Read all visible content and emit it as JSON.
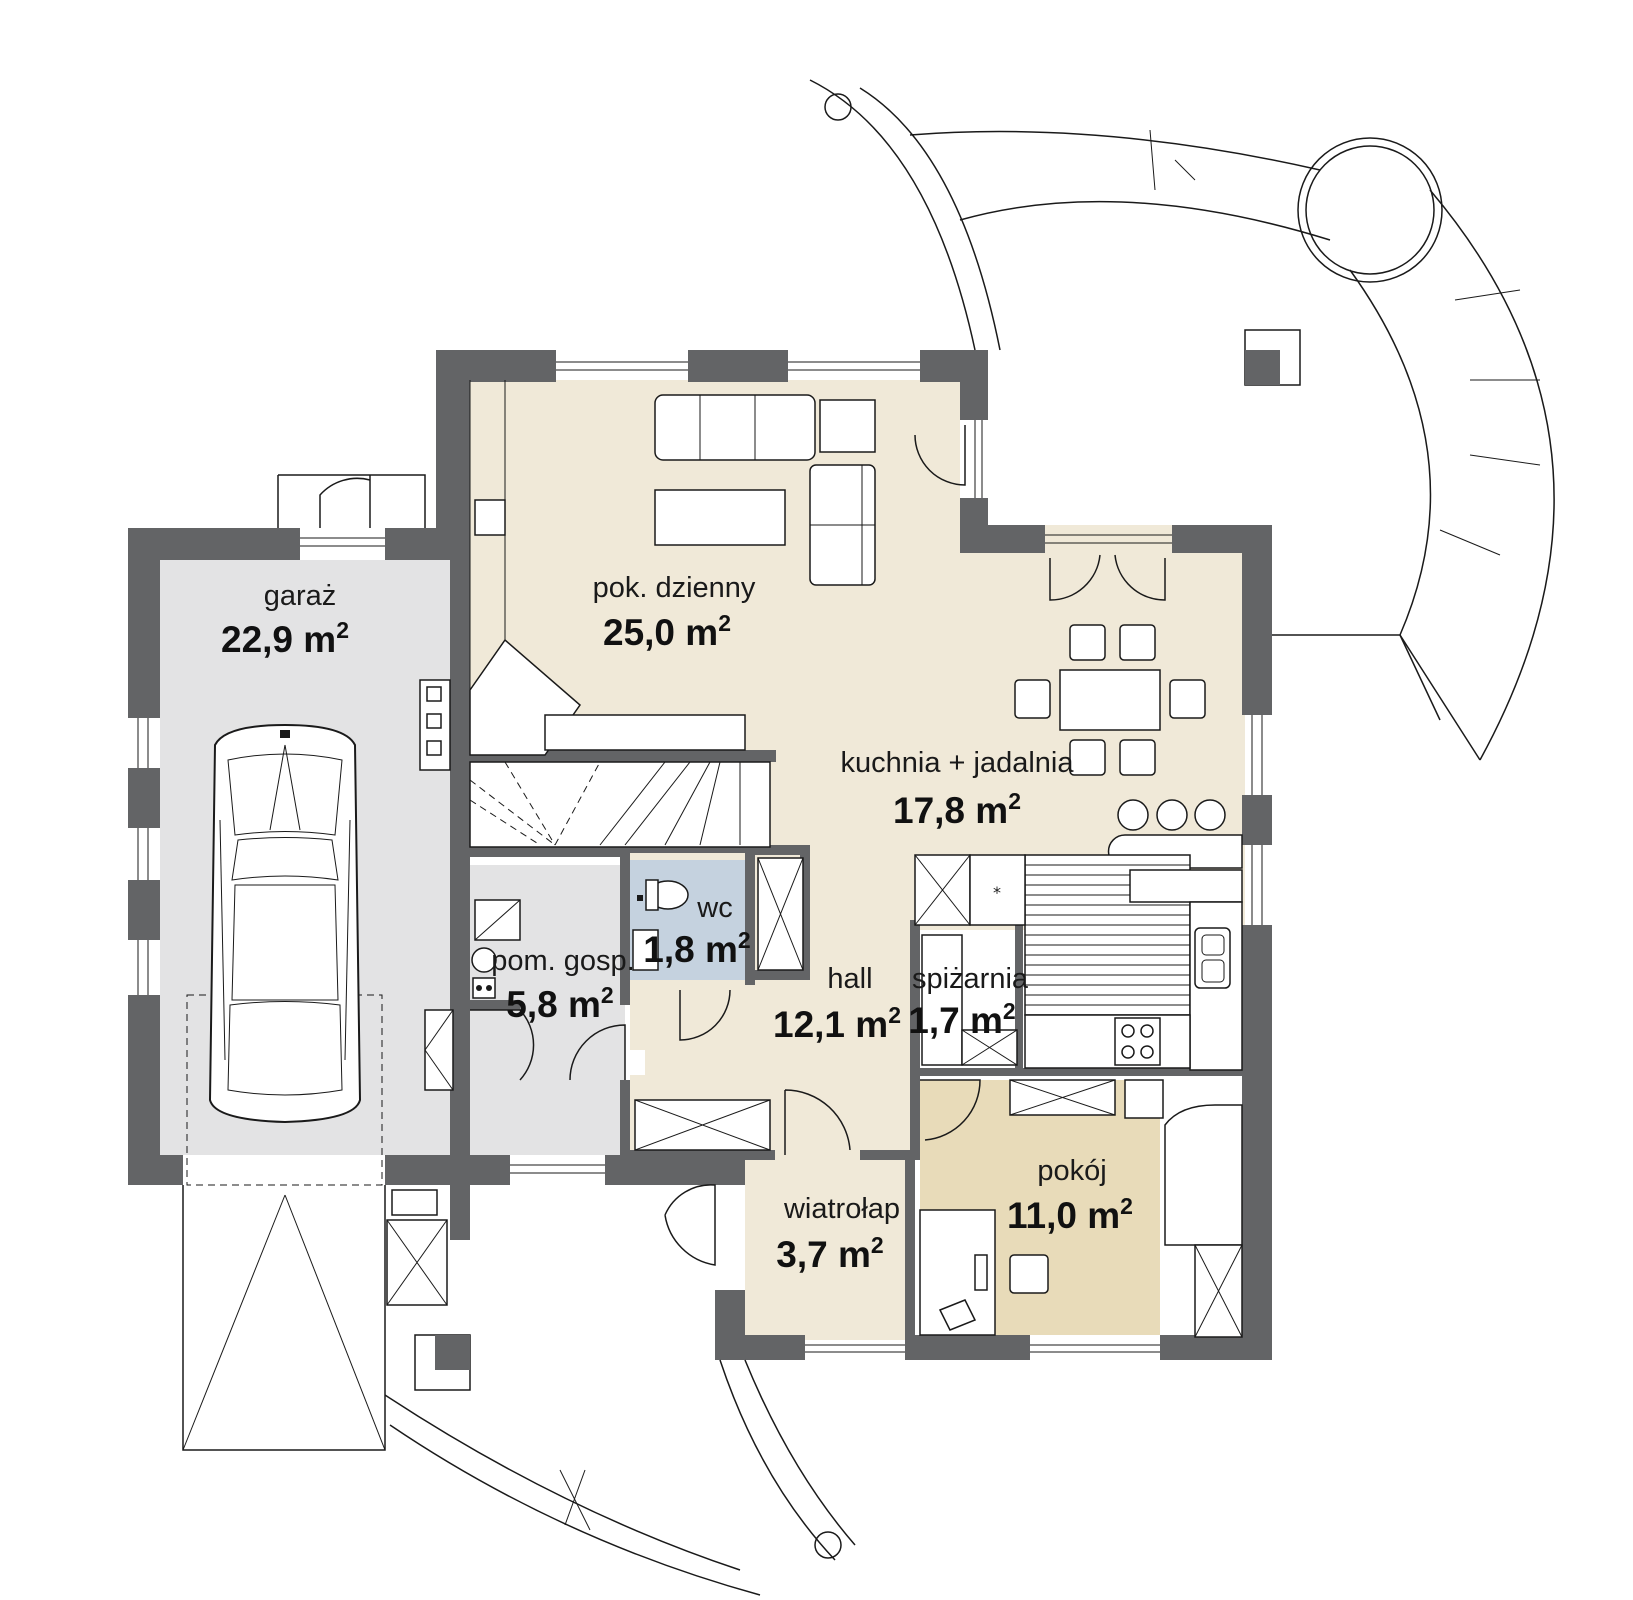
{
  "colors": {
    "wall": "#636466",
    "living_floor": "#f0e9d8",
    "utility_floor": "#e3e3e4",
    "wc_floor": "#c5d2df",
    "pokoj_floor": "#e8dbb9"
  },
  "rooms": [
    {
      "key": "garaz",
      "name": "garaż",
      "area": "22,9 m",
      "sup": "2"
    },
    {
      "key": "pok_dzienny",
      "name": "pok. dzienny",
      "area": "25,0 m",
      "sup": "2"
    },
    {
      "key": "kuchnia",
      "name": "kuchnia + jadalnia",
      "area": "17,8 m",
      "sup": "2"
    },
    {
      "key": "wc",
      "name": "wc",
      "area": "1,8 m",
      "sup": "2"
    },
    {
      "key": "pom_gosp",
      "name": "pom. gosp.",
      "area": "5,8 m",
      "sup": "2"
    },
    {
      "key": "hall",
      "name": "hall",
      "area": "12,1 m",
      "sup": "2"
    },
    {
      "key": "spizarnia",
      "name": "spiżarnia",
      "area": "1,7 m",
      "sup": "2"
    },
    {
      "key": "pokoj",
      "name": "pokój",
      "area": "11,0 m",
      "sup": "2"
    },
    {
      "key": "wiatrolap",
      "name": "wiatrołap",
      "area": "3,7 m",
      "sup": "2"
    }
  ]
}
